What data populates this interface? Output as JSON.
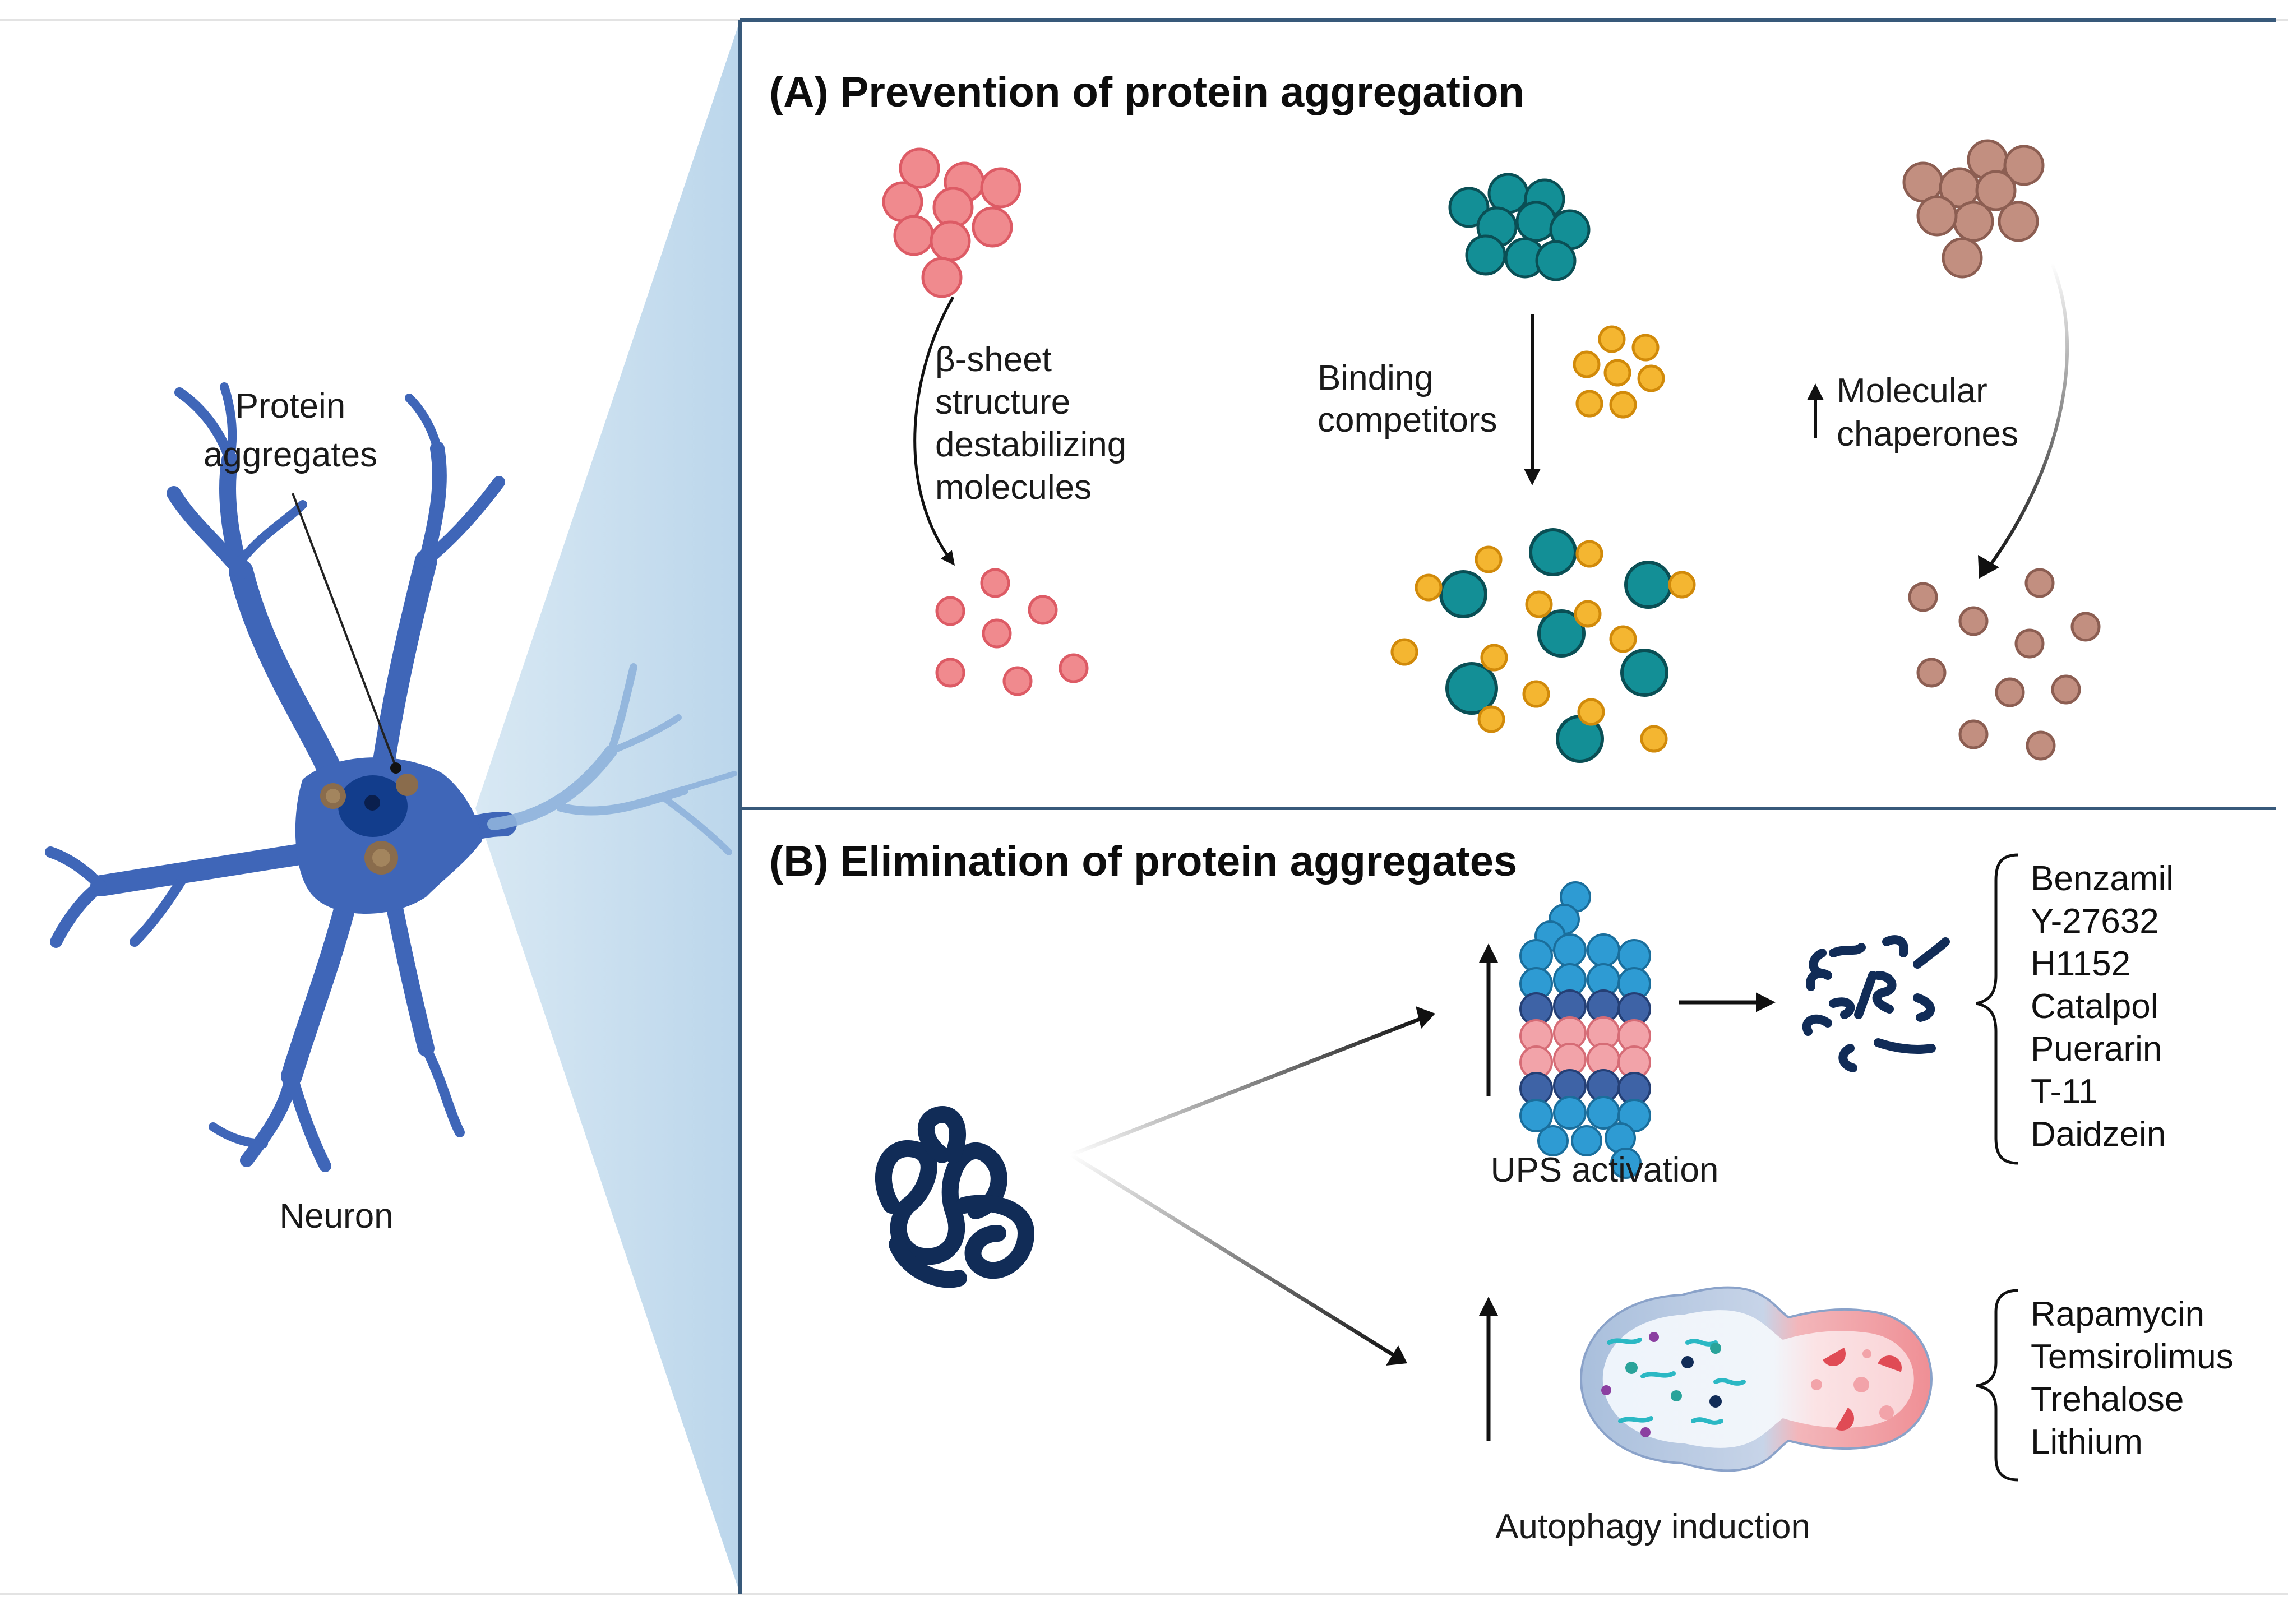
{
  "neuron_panel": {
    "aggregates_label": [
      "Protein",
      "aggregates"
    ],
    "neuron_label": "Neuron"
  },
  "panel_a": {
    "title": "(A) Prevention of protein aggregation",
    "beta_sheet_label": [
      "β-sheet",
      "structure",
      "destabilizing",
      "molecules"
    ],
    "binding_label": [
      "Binding",
      "competitors"
    ],
    "chaperone_label": [
      "Molecular",
      "chaperones"
    ]
  },
  "panel_b": {
    "title": "(B) Elimination of protein aggregates",
    "ups_label": "UPS activation",
    "autophagy_label": "Autophagy induction",
    "ups_drugs": [
      "Benzamil",
      "Y-27632",
      "H1152",
      "Catalpol",
      "Puerarin",
      "T-11",
      "Daidzein"
    ],
    "autophagy_drugs": [
      "Rapamycin",
      "Temsirolimus",
      "Trehalose",
      "Lithium"
    ]
  },
  "colors": {
    "neuron": "#3f66b8",
    "pink_protein": "#f08a8e",
    "teal_protein": "#138f96",
    "yellow_competitor": "#f4b631",
    "brown_protein": "#c28f80",
    "proteasome_blue": "#2e9bd3",
    "proteasome_pink": "#f2a3a9",
    "navy": "#112c57",
    "panel_border": "#38597a"
  }
}
